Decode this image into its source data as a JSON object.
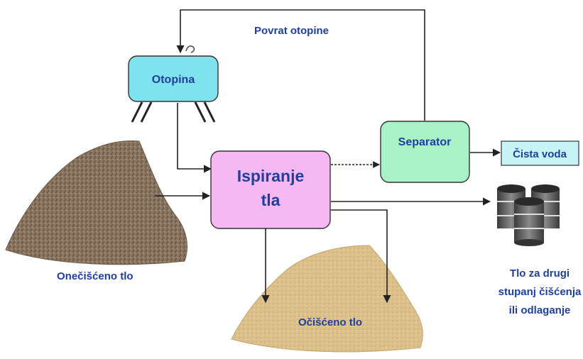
{
  "nodes": {
    "otopina": "Otopina",
    "ispiranje_line1": "Ispiranje",
    "ispiranje_line2": "tla",
    "separator": "Separator",
    "cista_voda": "Čista voda"
  },
  "labels": {
    "povrat_otopine": "Povrat otopine",
    "oneciseno_tlo": "Onečišćeno tlo",
    "ocisceno_tlo": "Očišćeno tlo",
    "tlo_line1": "Tlo za drugi",
    "tlo_line2": "stupanj čišćenja",
    "tlo_line3": "ili odlaganje"
  },
  "colors": {
    "text": "#1f3f9e",
    "otopina_fill": "#7fe3ee",
    "ispiranje_fill": "#f5b8f2",
    "separator_fill": "#a8f2c8",
    "cista_voda_fill": "#c8f4f8",
    "dirty_soil": "#8a7560",
    "clean_soil": "#dcc08a",
    "barrel": "#5c5c5c"
  }
}
